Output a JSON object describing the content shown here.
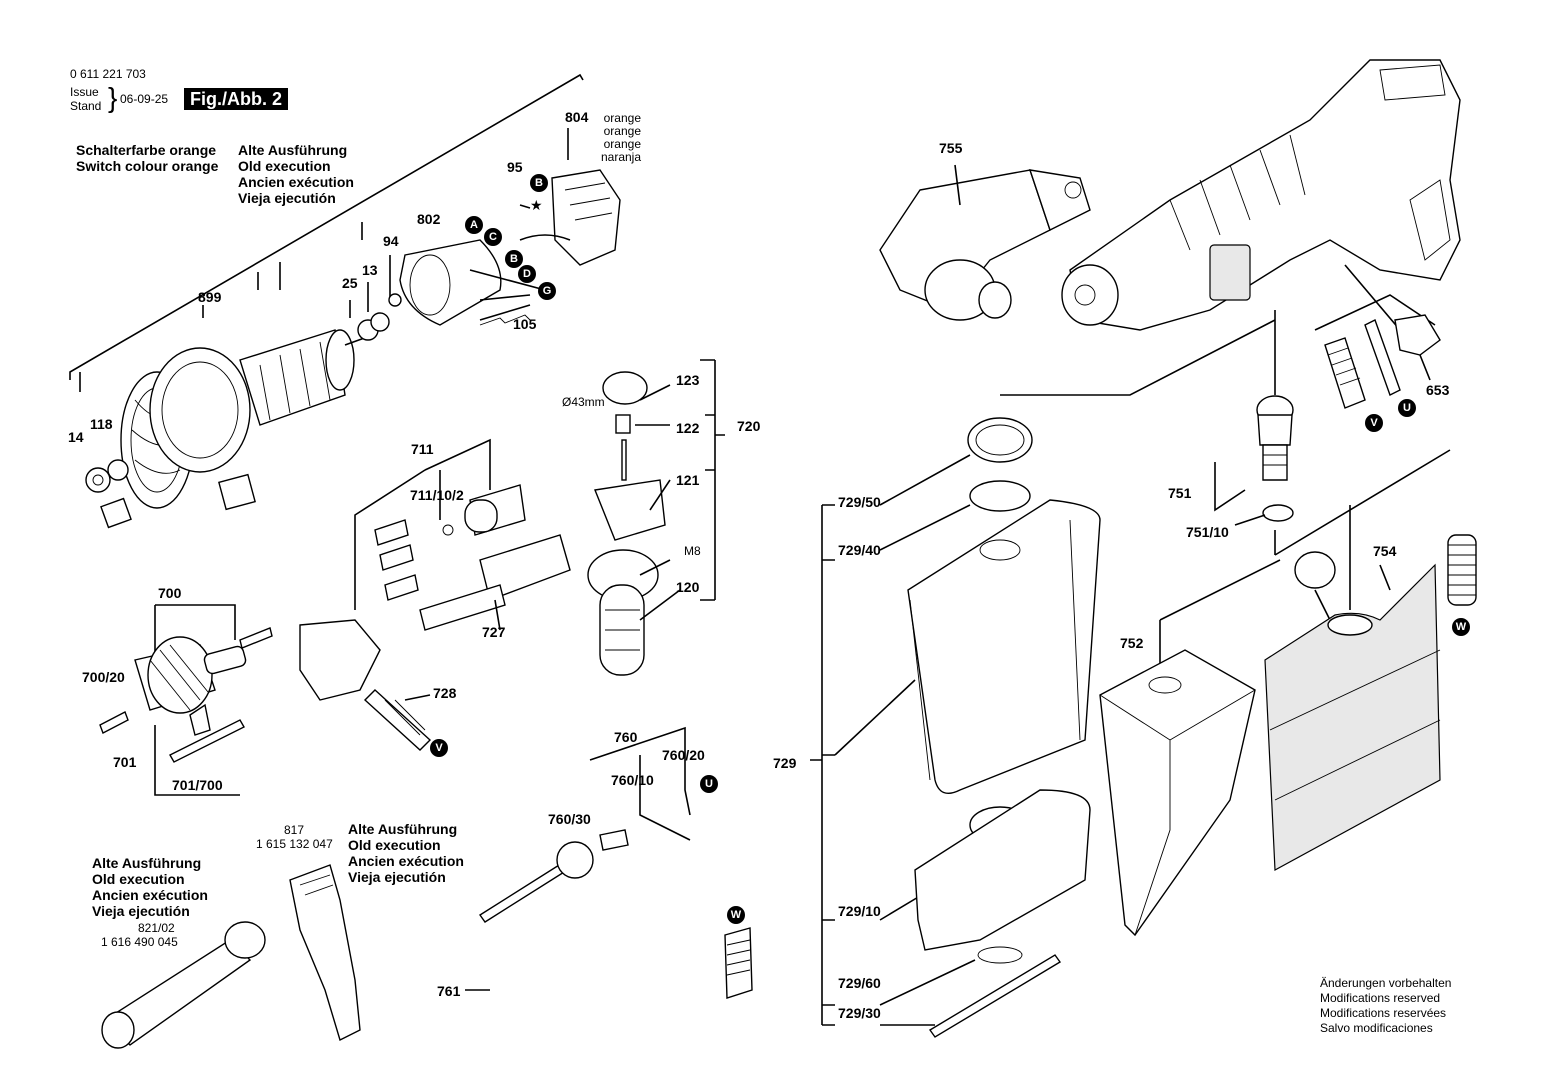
{
  "header": {
    "part_number": "0 611 221 703",
    "issue_label": "Issue",
    "stand_label": "Stand",
    "date": "06-09-25",
    "figure_label": "Fig./Abb. 2"
  },
  "notes": {
    "switch_colour": [
      "Schalterfarbe orange",
      "Switch colour orange"
    ],
    "old_execution": [
      "Alte Ausführung",
      "Old execution",
      "Ancien exécution",
      "Vieja ejecutión"
    ],
    "colour_804": [
      "orange",
      "orange",
      "orange",
      "naranja"
    ],
    "diameter": "Ø43mm",
    "m8": "M8",
    "part_817_number": "817",
    "part_817_code": "1 615 132 047",
    "part_82102_number": "821/02",
    "part_82102_code": "1 616 490 045",
    "modifications": [
      "Änderungen vorbehalten",
      "Modifications reserved",
      "Modifications reservées",
      "Salvo modificaciones"
    ]
  },
  "labels": {
    "p14": "14",
    "p118": "118",
    "p899": "899",
    "p25": "25",
    "p13": "13",
    "p94": "94",
    "p802": "802",
    "p105": "105",
    "p95": "95",
    "p804": "804",
    "p123": "123",
    "p122": "122",
    "p121": "121",
    "p120": "120",
    "p720": "720",
    "p711": "711",
    "p711_10_2": "711/10/2",
    "p727": "727",
    "p728": "728",
    "p700": "700",
    "p700_20": "700/20",
    "p701": "701",
    "p701_700": "701/700",
    "p760": "760",
    "p760_20": "760/20",
    "p760_10": "760/10",
    "p760_30": "760/30",
    "p761": "761",
    "p755": "755",
    "p653": "653",
    "p751": "751",
    "p751_10": "751/10",
    "p729_50": "729/50",
    "p729_40": "729/40",
    "p729": "729",
    "p729_10": "729/10",
    "p729_60": "729/60",
    "p729_30": "729/30",
    "p752": "752",
    "p754": "754"
  },
  "markers": {
    "A": "A",
    "B": "B",
    "C": "C",
    "D": "D",
    "G": "G",
    "U": "U",
    "V": "V",
    "W": "W"
  }
}
